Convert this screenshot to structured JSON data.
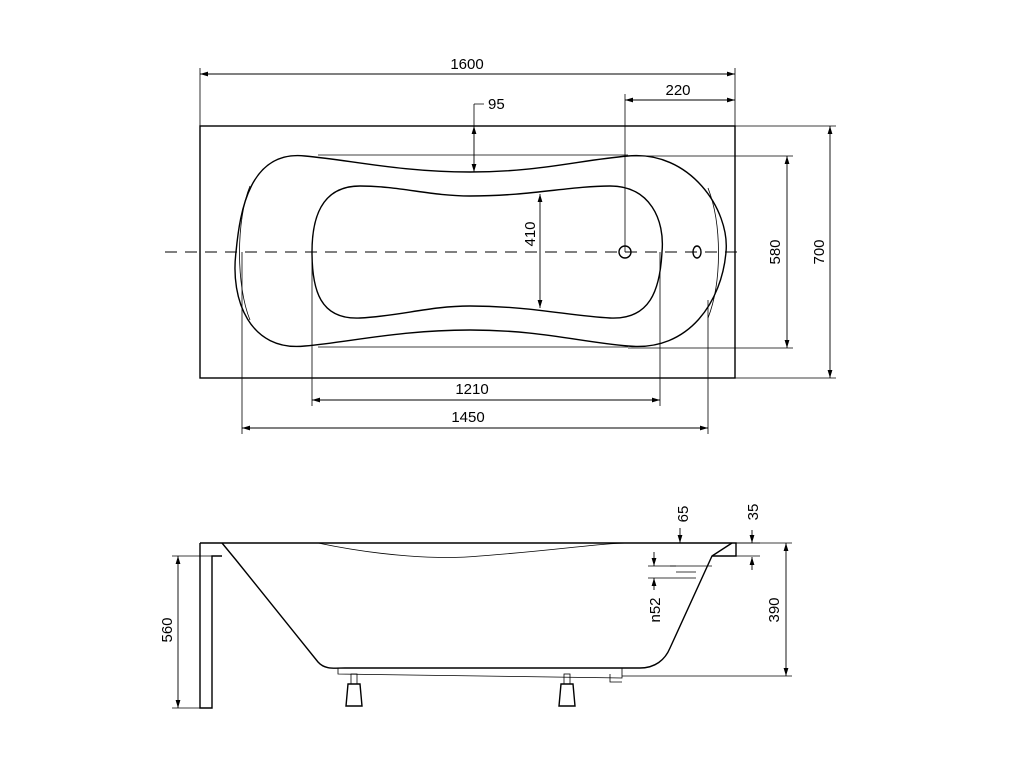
{
  "top_view": {
    "overall_length": "1600",
    "drain_offset": "220",
    "rim_depth": "95",
    "inner_width": "410",
    "basin_width": "580",
    "overall_width": "700",
    "bottom_length": "1210",
    "basin_length": "1450"
  },
  "side_view": {
    "overflow_drop": "65",
    "rim_thickness": "35",
    "overflow_diameter": "n52",
    "basin_height": "390",
    "overall_height": "560"
  },
  "colors": {
    "line": "#000000",
    "background": "#ffffff"
  }
}
